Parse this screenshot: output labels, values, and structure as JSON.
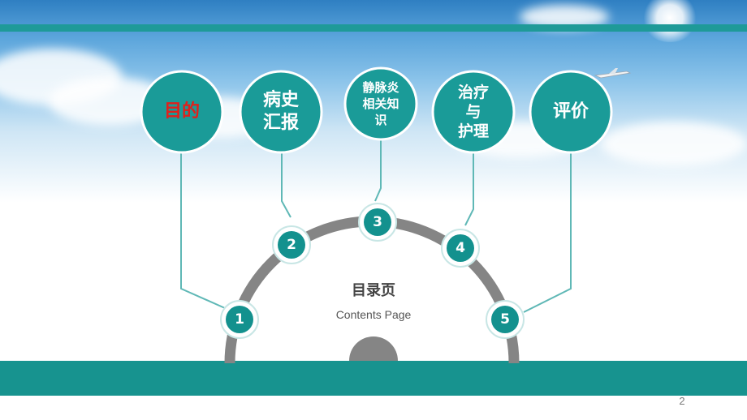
{
  "slide": {
    "title": "目录页",
    "subtitle": "Contents Page",
    "page_number": "2"
  },
  "topics": [
    {
      "number": "1",
      "label": "目的",
      "highlighted": true
    },
    {
      "number": "2",
      "label": "病史\n汇报",
      "highlighted": false
    },
    {
      "number": "3",
      "label": "静脉炎\n相关知\n识",
      "highlighted": false
    },
    {
      "number": "4",
      "label": "治疗\n与\n护理",
      "highlighted": false
    },
    {
      "number": "5",
      "label": "评价",
      "highlighted": false
    }
  ],
  "colors": {
    "teal": "#1a9b98",
    "teal_dark": "#0f8a87",
    "highlight_text": "#e0201b",
    "arc_gray": "#858585",
    "connector": "#5fb8b6"
  }
}
